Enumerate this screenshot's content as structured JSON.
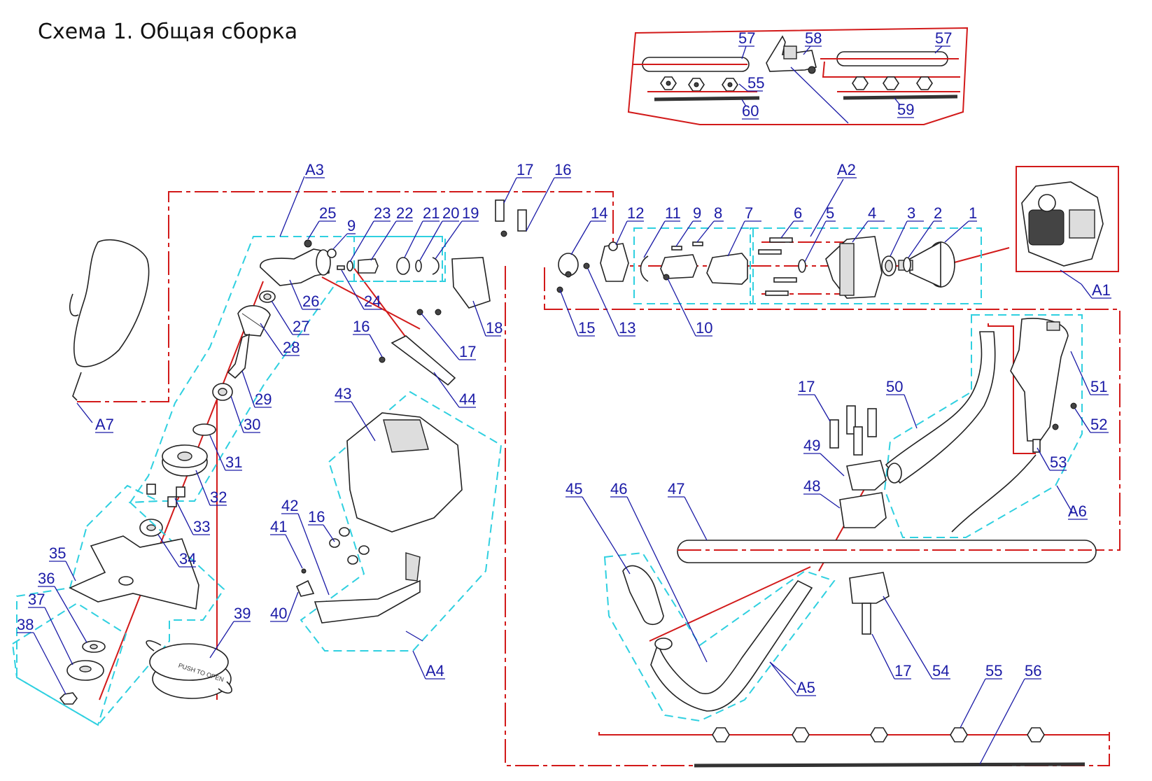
{
  "title": "Схема 1. Общая сборка",
  "colors": {
    "callout": "#1a1aa6",
    "assembly_line": "#d21a1a",
    "group_border": "#2fd0e0",
    "part_outline": "#222222"
  },
  "callouts": [
    {
      "id": "c57a",
      "text": "57"
    },
    {
      "id": "c58",
      "text": "58"
    },
    {
      "id": "c57b",
      "text": "57"
    },
    {
      "id": "c55t",
      "text": "55"
    },
    {
      "id": "c60",
      "text": "60"
    },
    {
      "id": "c59",
      "text": "59"
    },
    {
      "id": "cA3",
      "text": "A3"
    },
    {
      "id": "c17t",
      "text": "17"
    },
    {
      "id": "c16t",
      "text": "16"
    },
    {
      "id": "cA2",
      "text": "A2"
    },
    {
      "id": "c25",
      "text": "25"
    },
    {
      "id": "c9a",
      "text": "9"
    },
    {
      "id": "c23",
      "text": "23"
    },
    {
      "id": "c22",
      "text": "22"
    },
    {
      "id": "c21",
      "text": "21"
    },
    {
      "id": "c20",
      "text": "20"
    },
    {
      "id": "c19",
      "text": "19"
    },
    {
      "id": "c14",
      "text": "14"
    },
    {
      "id": "c12",
      "text": "12"
    },
    {
      "id": "c11",
      "text": "11"
    },
    {
      "id": "c9b",
      "text": "9"
    },
    {
      "id": "c8",
      "text": "8"
    },
    {
      "id": "c7",
      "text": "7"
    },
    {
      "id": "c6",
      "text": "6"
    },
    {
      "id": "c5",
      "text": "5"
    },
    {
      "id": "c4",
      "text": "4"
    },
    {
      "id": "c3",
      "text": "3"
    },
    {
      "id": "c2",
      "text": "2"
    },
    {
      "id": "c1",
      "text": "1"
    },
    {
      "id": "cA1",
      "text": "A1"
    },
    {
      "id": "c26",
      "text": "26"
    },
    {
      "id": "c24",
      "text": "24"
    },
    {
      "id": "c15",
      "text": "15"
    },
    {
      "id": "c13",
      "text": "13"
    },
    {
      "id": "c10",
      "text": "10"
    },
    {
      "id": "c27",
      "text": "27"
    },
    {
      "id": "c18",
      "text": "18"
    },
    {
      "id": "c28",
      "text": "28"
    },
    {
      "id": "c16m",
      "text": "16"
    },
    {
      "id": "c17m",
      "text": "17"
    },
    {
      "id": "c29",
      "text": "29"
    },
    {
      "id": "c44",
      "text": "44"
    },
    {
      "id": "c43",
      "text": "43"
    },
    {
      "id": "c30",
      "text": "30"
    },
    {
      "id": "cA7",
      "text": "A7"
    },
    {
      "id": "c31",
      "text": "31"
    },
    {
      "id": "c32",
      "text": "32"
    },
    {
      "id": "c33",
      "text": "33"
    },
    {
      "id": "c34",
      "text": "34"
    },
    {
      "id": "c35",
      "text": "35"
    },
    {
      "id": "c36",
      "text": "36"
    },
    {
      "id": "c37",
      "text": "37"
    },
    {
      "id": "c38",
      "text": "38"
    },
    {
      "id": "c39",
      "text": "39"
    },
    {
      "id": "c42",
      "text": "42"
    },
    {
      "id": "c16b",
      "text": "16"
    },
    {
      "id": "c41",
      "text": "41"
    },
    {
      "id": "c40",
      "text": "40"
    },
    {
      "id": "cA4",
      "text": "A4"
    },
    {
      "id": "c17r",
      "text": "17"
    },
    {
      "id": "c50",
      "text": "50"
    },
    {
      "id": "c51",
      "text": "51"
    },
    {
      "id": "c52",
      "text": "52"
    },
    {
      "id": "c49",
      "text": "49"
    },
    {
      "id": "c48",
      "text": "48"
    },
    {
      "id": "c53",
      "text": "53"
    },
    {
      "id": "cA6",
      "text": "A6"
    },
    {
      "id": "c45",
      "text": "45"
    },
    {
      "id": "c46",
      "text": "46"
    },
    {
      "id": "c47",
      "text": "47"
    },
    {
      "id": "c17b",
      "text": "17"
    },
    {
      "id": "c54",
      "text": "54"
    },
    {
      "id": "cA5",
      "text": "A5"
    },
    {
      "id": "c55b",
      "text": "55"
    },
    {
      "id": "c56",
      "text": "56"
    }
  ],
  "spool_text": "PUSH TO OPEN"
}
